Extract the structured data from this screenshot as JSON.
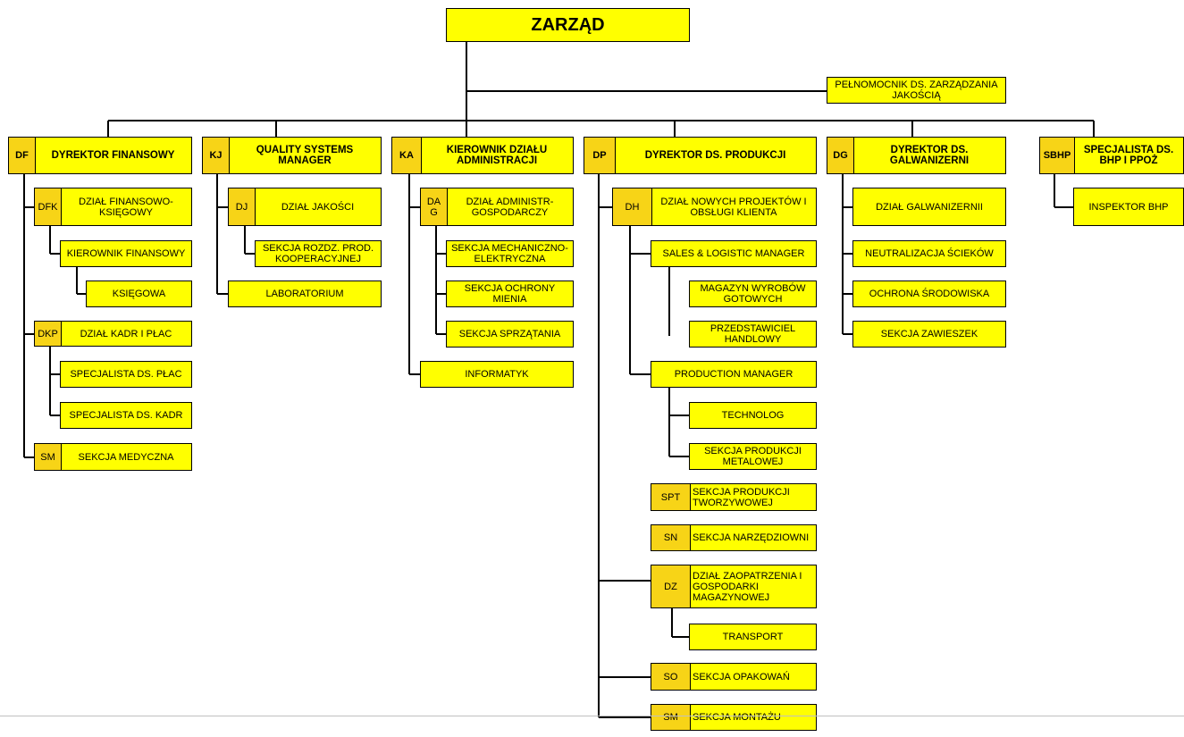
{
  "title": "ZARZĄD",
  "nodes": {
    "pelnomocnik": {
      "label": "PEŁNOMOCNIK  DS.  ZARZĄDZANIA\nJAKOŚCIĄ"
    },
    "df": {
      "code": "DF",
      "label": "DYREKTOR FINANSOWY"
    },
    "kj": {
      "code": "KJ",
      "label": "QUALITY SYSTEMS MANAGER"
    },
    "ka": {
      "code": "KA",
      "label": "KIEROWNIK DZIAŁU\nADMINISTRACJI"
    },
    "dp": {
      "code": "DP",
      "label": "DYREKTOR DS. PRODUKCJI"
    },
    "dg": {
      "code": "DG",
      "label": "DYREKTOR DS.\nGALWANIZERNI"
    },
    "sbhp": {
      "code": "SBHP",
      "label": "SPECJALISTA DS.\nBHP I PPOŻ"
    },
    "dfk": {
      "code": "DFK",
      "label": "DZIAŁ  FINANSOWO-\nKSIĘGOWY"
    },
    "kier_fin": {
      "label": "KIEROWNIK FINANSOWY"
    },
    "ksiegowa": {
      "label": "KSIĘGOWA"
    },
    "dkp": {
      "code": "DKP",
      "label": "DZIAŁ KADR I PŁAC"
    },
    "spec_plac": {
      "label": "SPECJALISTA DS. PŁAC"
    },
    "spec_kadr": {
      "label": "SPECJALISTA DS. KADR"
    },
    "sm_med": {
      "code": "SM",
      "label": "SEKCJA MEDYCZNA"
    },
    "dj": {
      "code": "DJ",
      "label": "DZIAŁ JAKOŚCI"
    },
    "sekcja_rozdz": {
      "label": "SEKCJA ROZDZ. PROD.\nKOOPERACYJNEJ"
    },
    "laboratorium": {
      "label": "LABORATORIUM"
    },
    "dag": {
      "code": "DA\nG",
      "label": "DZIAŁ  ADMINISTR-\nGOSPODARCZY"
    },
    "sekcja_mech": {
      "label": "SEKCJA  MECHANICZNO-\nELEKTRYCZNA"
    },
    "sekcja_ochr": {
      "label": "SEKCJA OCHRONY\nMIENIA"
    },
    "sekcja_sprz": {
      "label": "SEKCJA SPRZĄTANIA"
    },
    "informatyk": {
      "label": "INFORMATYK"
    },
    "dh": {
      "code": "DH",
      "label": "DZIAŁ NOWYCH PROJEKTÓW I\nOBSŁUGI  KLIENTA"
    },
    "sales": {
      "label": "SALES & LOGISTIC MANAGER"
    },
    "magazyn": {
      "label": "MAGAZYN WYROBÓW\nGOTOWYCH"
    },
    "przedst": {
      "label": "PRZEDSTAWICIEL\nHANDLOWY"
    },
    "prod_mgr": {
      "label": "PRODUCTION MANAGER"
    },
    "technolog": {
      "label": "TECHNOLOG"
    },
    "sekcja_metal": {
      "label": "SEKCJA PRODUKCJI\nMETALOWEJ"
    },
    "spt": {
      "code": "SPT",
      "label": "SEKCJA PRODUKCJI\nTWORZYWOWEJ"
    },
    "sn": {
      "code": "SN",
      "label": "SEKCJA NARZĘDZIOWNI"
    },
    "dz": {
      "code": "DZ",
      "label": "DZIAŁ  ZAOPATRZENIA  I\nGOSPODARKI\nMAGAZYNOWEJ"
    },
    "transport": {
      "label": "TRANSPORT"
    },
    "so": {
      "code": "SO",
      "label": "SEKCJA OPAKOWAŃ"
    },
    "sm_mont": {
      "code": "SM",
      "label": "SEKCJA MONTAŻU"
    },
    "galw": {
      "label": "DZIAŁ GALWANIZERNII"
    },
    "neutr": {
      "label": "NEUTRALIZACJA ŚCIEKÓW"
    },
    "ochrona": {
      "label": "OCHRONA ŚRODOWISKA"
    },
    "zawieszek": {
      "label": "SEKCJA ZAWIESZEK"
    },
    "inspektor": {
      "label": "INSPEKTOR BHP"
    }
  },
  "colors": {
    "box": "#ffff00",
    "code": "#f7d417",
    "line": "#000000"
  }
}
